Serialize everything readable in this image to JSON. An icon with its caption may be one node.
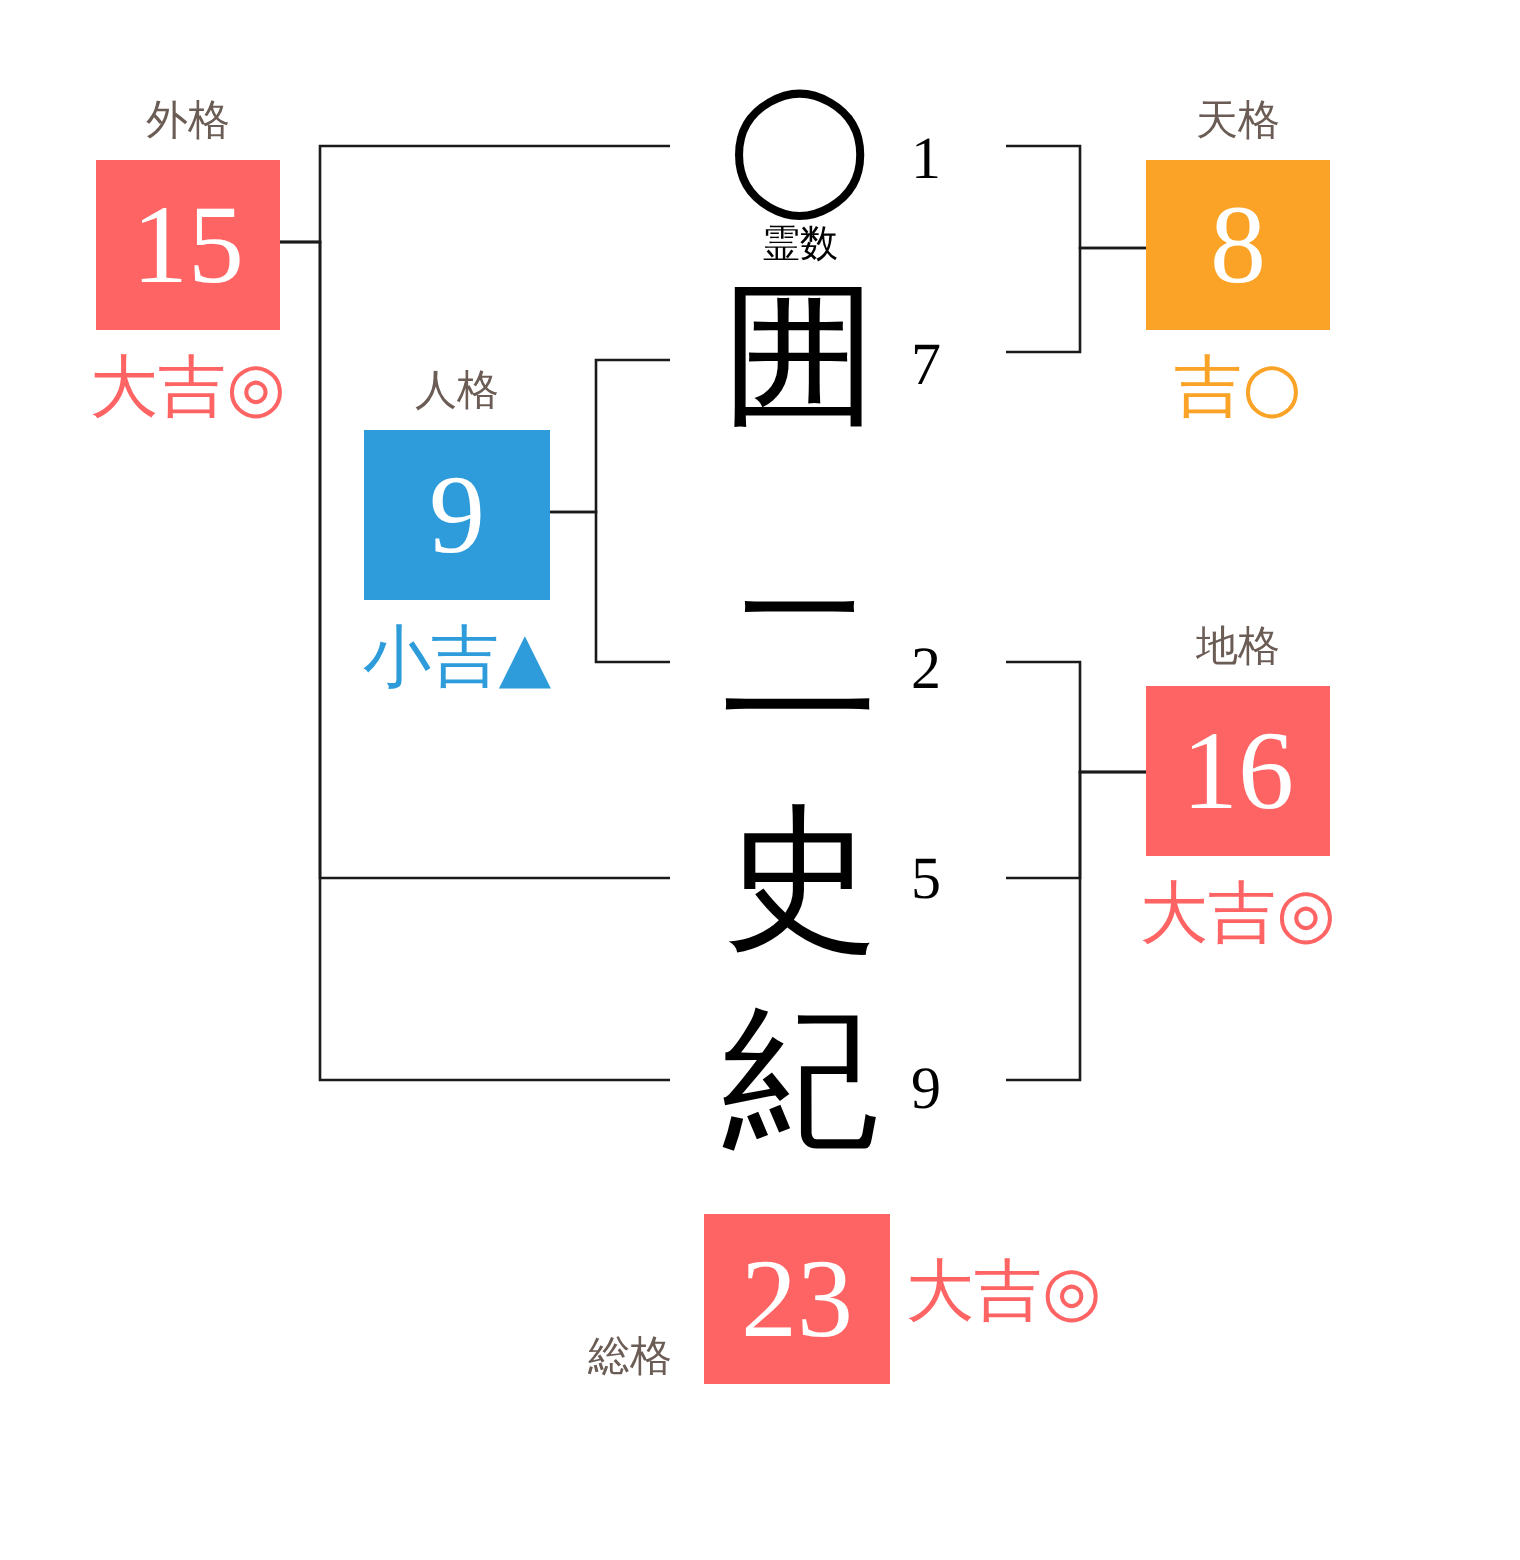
{
  "diagram": {
    "nodes": [
      {
        "text": [
          "外格",
          "15"
        ],
        "beside": [
          "大吉◎"
        ]
      },
      {
        "text": [
          "◯"
        ],
        "beside": [
          "1",
          "霊数"
        ]
      },
      {
        "text": [
          "天格",
          "8"
        ],
        "beside": [
          "吉○"
        ]
      },
      {
        "text": [
          "囲"
        ],
        "beside": [
          "7"
        ]
      },
      {
        "text": [
          "人格",
          "9"
        ],
        "beside": [
          "小吉▲"
        ]
      },
      {
        "text": [
          "二"
        ],
        "beside": [
          "2"
        ]
      },
      {
        "text": [
          "地格",
          "16"
        ],
        "beside": [
          "大吉◎"
        ]
      },
      {
        "text": [
          "史"
        ],
        "beside": [
          "5"
        ]
      },
      {
        "text": [
          "紀"
        ],
        "beside": [
          "9"
        ]
      },
      {
        "text": [
          "総格",
          "23"
        ],
        "beside": [
          "大吉◎"
        ]
      }
    ],
    "edges": [
      {
        "from": 1,
        "to": 0,
        "arrow": "none"
      },
      {
        "from": 7,
        "to": 0,
        "arrow": "none"
      },
      {
        "from": 8,
        "to": 0,
        "arrow": "none"
      },
      {
        "from": 1,
        "to": 2,
        "arrow": "none"
      },
      {
        "from": 3,
        "to": 2,
        "arrow": "none"
      },
      {
        "from": 3,
        "to": 4,
        "arrow": "none"
      },
      {
        "from": 5,
        "to": 4,
        "arrow": "none"
      },
      {
        "from": 5,
        "to": 6,
        "arrow": "none"
      },
      {
        "from": 7,
        "to": 6,
        "arrow": "none"
      },
      {
        "from": 8,
        "to": 6,
        "arrow": "none"
      }
    ]
  }
}
